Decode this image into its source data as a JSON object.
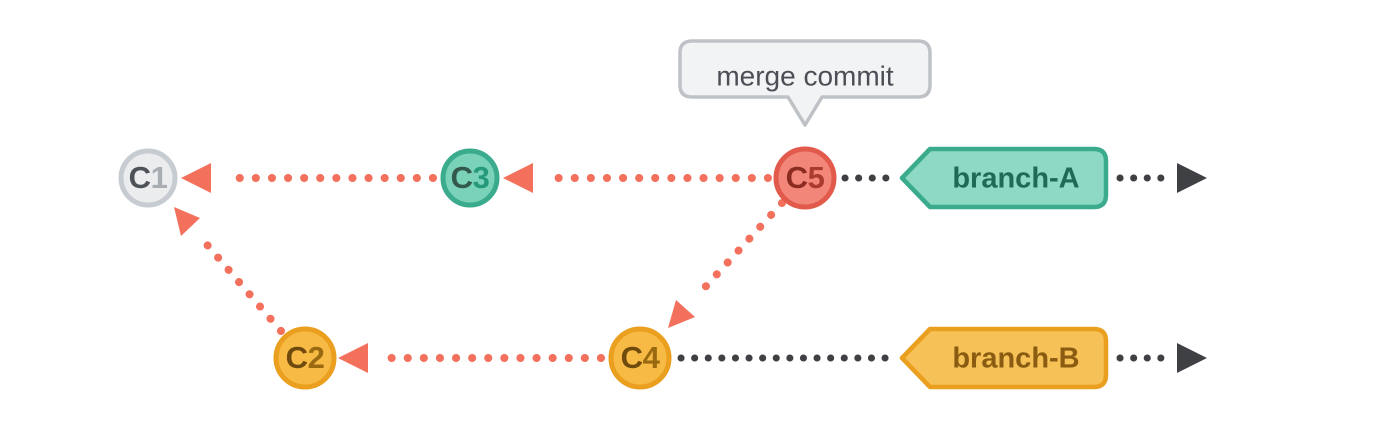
{
  "colors": {
    "red": "#f2705c",
    "ink": "#3e4044",
    "gray_fill": "#eaecee",
    "gray_stroke": "#c7ccd2",
    "teal_fill": "#7ad2b8",
    "teal_stroke": "#3bab8d",
    "teal_badge_fill": "#8ed9c4",
    "teal_badge_text": "#1e6a54",
    "red_fill": "#f28779",
    "red_stroke": "#e25a4c",
    "orange_fill": "#f7ba45",
    "orange_stroke": "#ea9f1f",
    "orange_badge_fill": "#f6c156",
    "orange_badge_text": "#8a5c12",
    "tooltip_fill": "#f2f3f4",
    "tooltip_stroke": "#bec2c7",
    "tooltip_text": "#4b4f55",
    "c1_letter": "#4c5257",
    "c1_number": "#a8adb2",
    "c2_letter": "#6f4a0d",
    "c2_number": "#9a6a10",
    "c3_letter": "#33594d",
    "c3_number": "#27997b",
    "c4_letter": "#6f4a0d",
    "c4_number": "#9a6a10",
    "c5_letter": "#8c2b22",
    "c5_number": "#a93a2d"
  },
  "tooltip": {
    "label": "merge commit",
    "points_to": "C5"
  },
  "commits": [
    {
      "id": "C1",
      "letter": "C",
      "number": "1",
      "scheme": "gray"
    },
    {
      "id": "C2",
      "letter": "C",
      "number": "2",
      "scheme": "orange"
    },
    {
      "id": "C3",
      "letter": "C",
      "number": "3",
      "scheme": "teal"
    },
    {
      "id": "C4",
      "letter": "C",
      "number": "4",
      "scheme": "orange"
    },
    {
      "id": "C5",
      "letter": "C",
      "number": "5",
      "scheme": "red"
    }
  ],
  "branches": [
    {
      "label": "branch-A",
      "tip_commit": "C5"
    },
    {
      "label": "branch-B",
      "tip_commit": "C4"
    }
  ],
  "edges": [
    {
      "from": "C3",
      "to": "C1",
      "type": "parent"
    },
    {
      "from": "C5",
      "to": "C3",
      "type": "parent"
    },
    {
      "from": "C5",
      "to": "C4",
      "type": "parent"
    },
    {
      "from": "C4",
      "to": "C2",
      "type": "parent"
    },
    {
      "from": "C2",
      "to": "C1",
      "type": "parent"
    }
  ]
}
